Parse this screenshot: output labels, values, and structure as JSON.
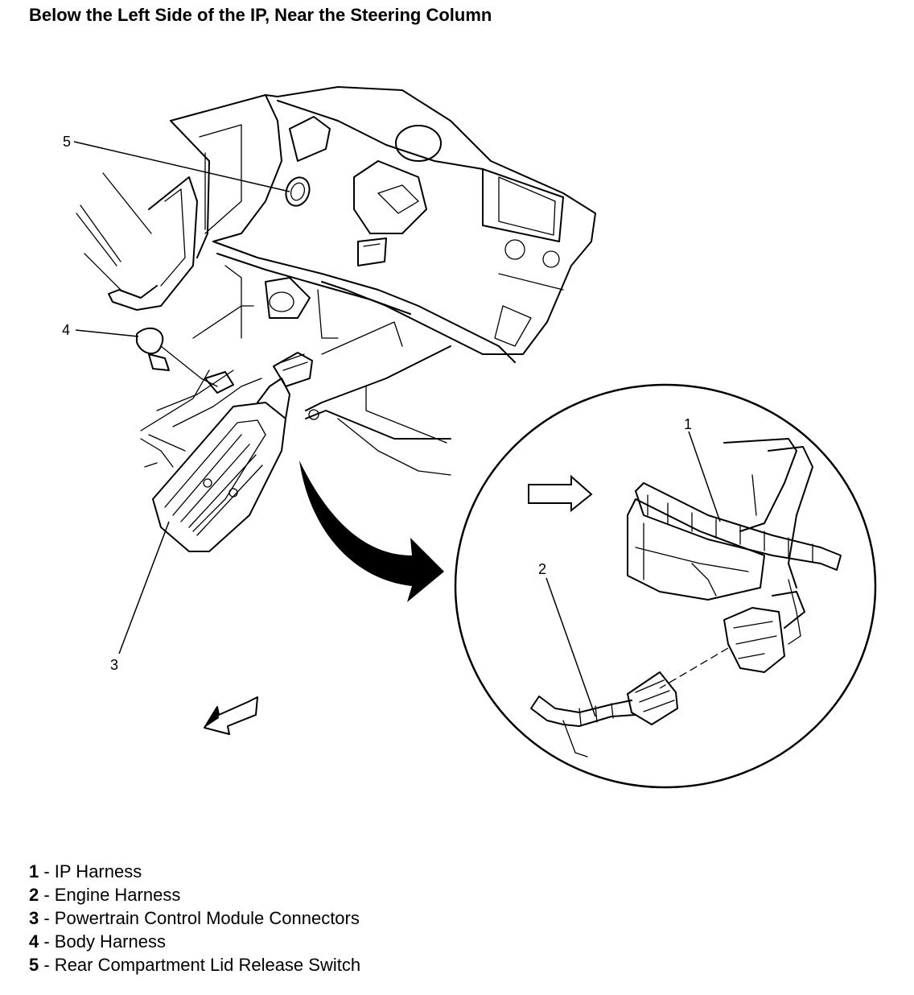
{
  "title": "Below the Left Side of the IP, Near the Steering Column",
  "callouts": {
    "c1": "1",
    "c2": "2",
    "c3": "3",
    "c4": "4",
    "c5": "5"
  },
  "legend": [
    {
      "num": "1",
      "text": " - IP Harness"
    },
    {
      "num": "2",
      "text": " - Engine Harness"
    },
    {
      "num": "3",
      "text": " - Powertrain Control Module Connectors"
    },
    {
      "num": "4",
      "text": " - Body Harness"
    },
    {
      "num": "5",
      "text": " - Rear Compartment Lid Release Switch"
    }
  ]
}
